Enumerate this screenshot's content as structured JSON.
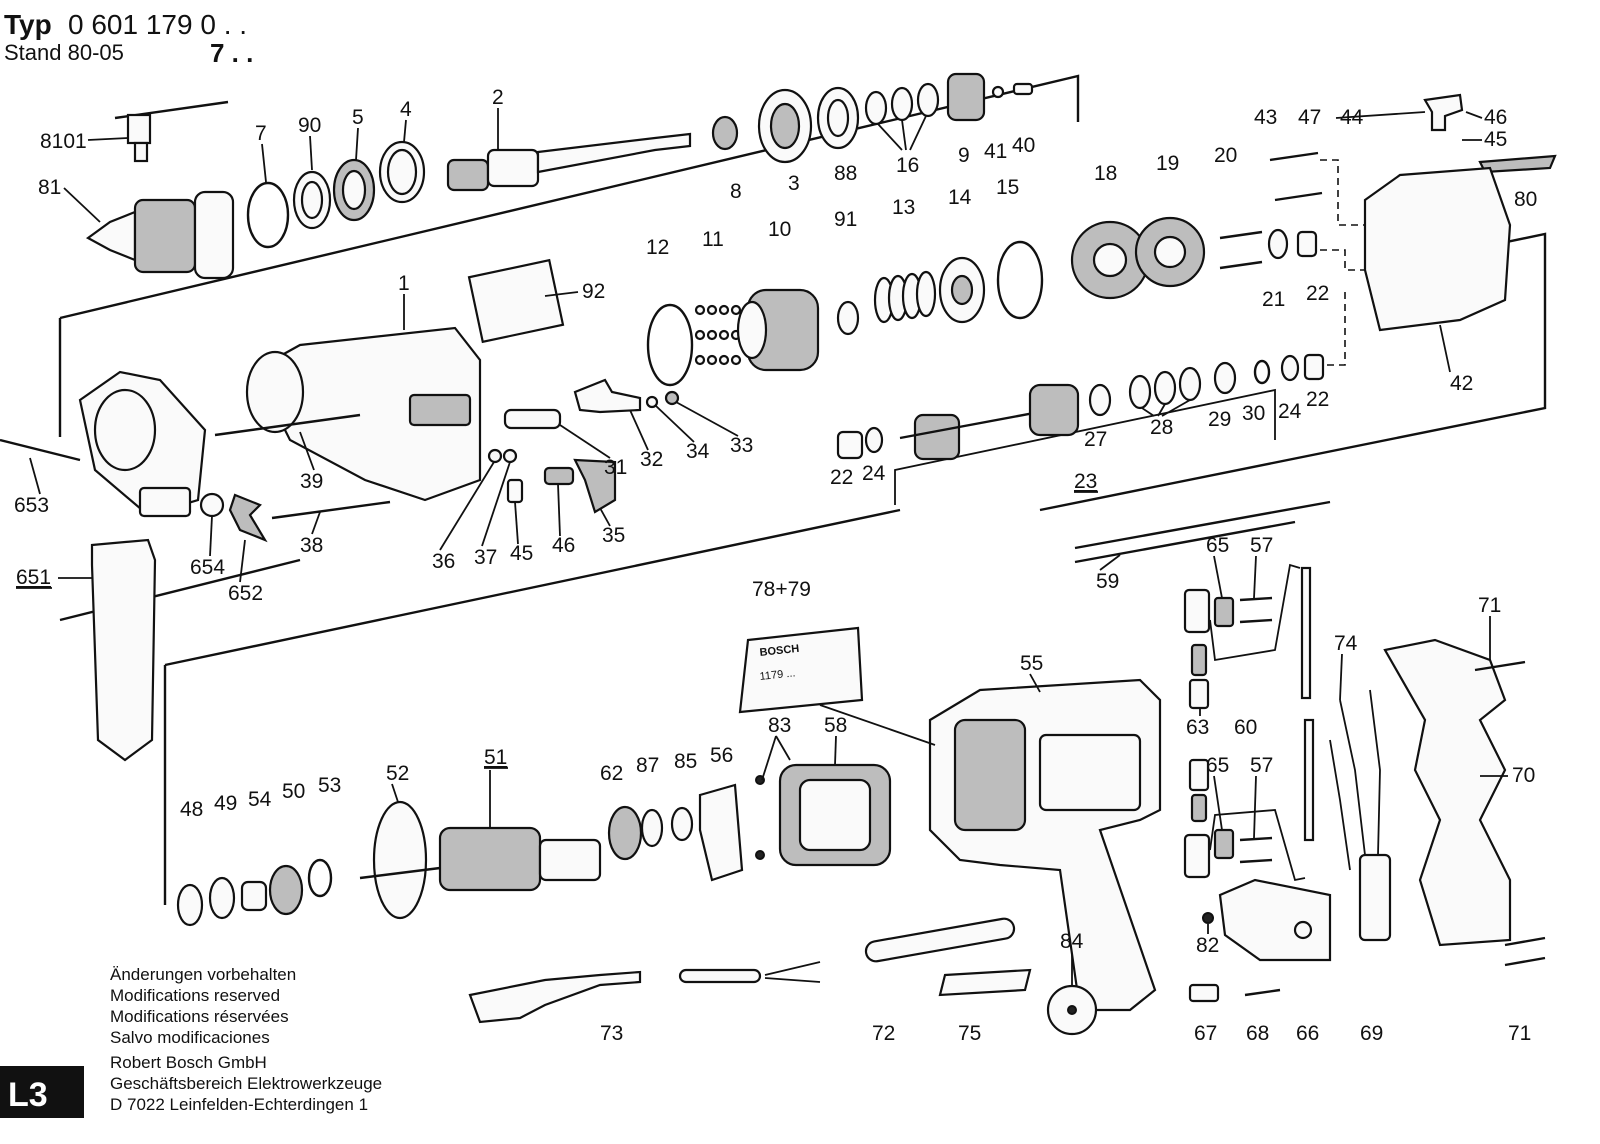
{
  "header": {
    "typ_word": "Typ",
    "typ_number": "0 601 179 0 . .",
    "typ_variant": "7 . .",
    "stand": "Stand 80-05"
  },
  "parts": {
    "p8101": "8101",
    "p81": "81",
    "p7": "7",
    "p90": "90",
    "p5": "5",
    "p4": "4",
    "p2": "2",
    "p8": "8",
    "p3": "3",
    "p88": "88",
    "p16": "16",
    "p9": "9",
    "p41": "41",
    "p40": "40",
    "p92": "92",
    "p1": "1",
    "p12": "12",
    "p11": "11",
    "p10": "10",
    "p91": "91",
    "p13": "13",
    "p14": "14",
    "p15": "15",
    "p18": "18",
    "p19": "19",
    "p20": "20",
    "p43": "43",
    "p47": "47",
    "p44": "44",
    "p46a": "46",
    "p45a": "45",
    "p80": "80",
    "p21": "21",
    "p22a": "22",
    "p42": "42",
    "p22b": "22",
    "p24a": "24",
    "p30": "30",
    "p29": "29",
    "p28": "28",
    "p27": "27",
    "p22c": "22",
    "p24b": "24",
    "p23": "23",
    "p31": "31",
    "p32": "32",
    "p34": "34",
    "p33": "33",
    "p39": "39",
    "p36": "36",
    "p37": "37",
    "p45b": "45",
    "p46b": "46",
    "p35": "35",
    "p38": "38",
    "p653": "653",
    "p651": "651",
    "p654": "654",
    "p652": "652",
    "p59": "59",
    "p65a": "65",
    "p57a": "57",
    "p63": "63",
    "p60": "60",
    "p65b": "65",
    "p57b": "57",
    "p74": "74",
    "p71a": "71",
    "p70": "70",
    "p71b": "71",
    "p7879": "78+79",
    "p55": "55",
    "p83": "83",
    "p58": "58",
    "p48": "48",
    "p49": "49",
    "p54": "54",
    "p50": "50",
    "p53": "53",
    "p52": "52",
    "p51": "51",
    "p62": "62",
    "p87": "87",
    "p85": "85",
    "p56": "56",
    "p84": "84",
    "p82": "82",
    "p67": "67",
    "p68": "68",
    "p66": "66",
    "p69": "69",
    "p73": "73",
    "p72": "72",
    "p75": "75"
  },
  "decals": {
    "brand_label": "BOSCH",
    "type_label": "1179 ..."
  },
  "footer": {
    "line1": "Änderungen vorbehalten",
    "line2": "Modifications reserved",
    "line3": "Modifications réservées",
    "line4": "Salvo modificaciones",
    "company": "Robert Bosch GmbH",
    "division": "Geschäftsbereich Elektrowerkzeuge",
    "address": "D 7022 Leinfelden-Echterdingen 1"
  },
  "page_code": "L3"
}
